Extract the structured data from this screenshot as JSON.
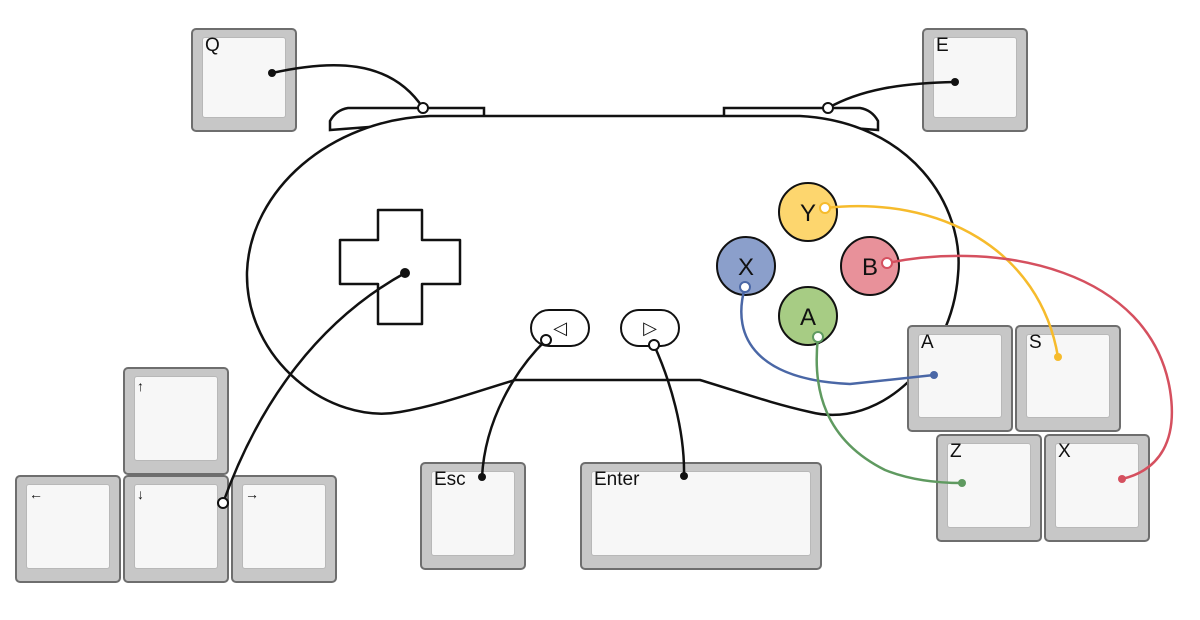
{
  "keys": {
    "q": "Q",
    "e": "E",
    "up": "↑",
    "left": "←",
    "down": "↓",
    "right": "→",
    "esc": "Esc",
    "enter": "Enter",
    "a": "A",
    "s": "S",
    "z": "Z",
    "x": "X"
  },
  "controller": {
    "buttons": {
      "x": "X",
      "y": "Y",
      "b": "B",
      "a": "A"
    },
    "select_icon": "◁",
    "start_icon": "▷"
  },
  "colors": {
    "y_button": "#fdd66e",
    "b_button": "#e8919a",
    "x_button": "#8b9fcb",
    "a_button": "#a7cc84",
    "y_wire": "#f6bb2c",
    "b_wire": "#d5505f",
    "x_wire": "#4a67a6",
    "a_wire": "#5f9a60",
    "outline": "#111111"
  }
}
